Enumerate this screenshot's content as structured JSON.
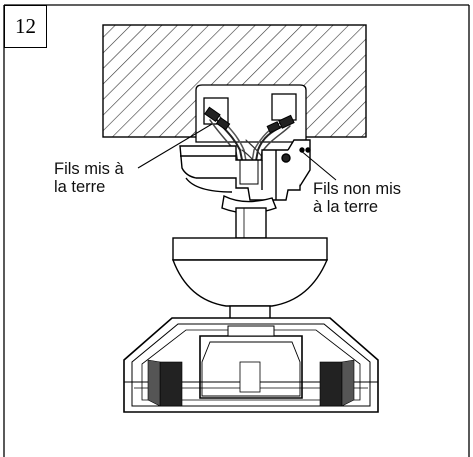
{
  "step_number": "12",
  "labels": {
    "grounded_wires": "Fils mis à\nla terre",
    "ungrounded_wires": "Fils non mis\nà la terre"
  },
  "colors": {
    "line": "#000000",
    "hatch": "#333333",
    "fill": "#ffffff",
    "wire_dark": "#222222"
  }
}
